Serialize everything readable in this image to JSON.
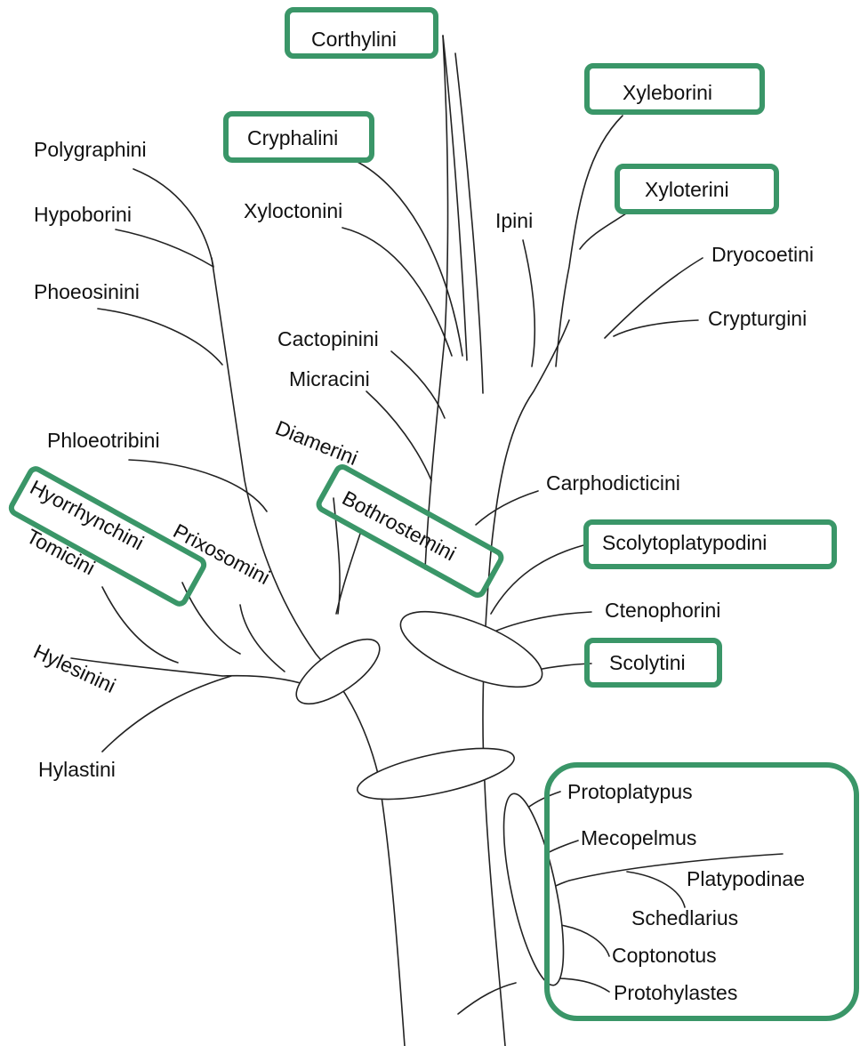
{
  "highlight_color": "#3a9668",
  "labels": {
    "corthylini": "Corthylini",
    "xyleborini": "Xyleborini",
    "cryphalini": "Cryphalini",
    "polygraphini": "Polygraphini",
    "xyloterini": "Xyloterini",
    "hypoborini": "Hypoborini",
    "xyloctonini": "Xyloctonini",
    "ipini": "Ipini",
    "dryocoetini": "Dryocoetini",
    "phoeosinini": "Phoeosinini",
    "crypturgini": "Crypturgini",
    "cactopinini": "Cactopinini",
    "micracini": "Micracini",
    "phloeotribini": "Phloeotribini",
    "diamerini": "Diamerini",
    "carphodicticini": "Carphodicticini",
    "hyorrhynchini": "Hyorrhynchini",
    "bothrostemini": "Bothrostemini",
    "scolytoplatypodini": "Scolytoplatypodini",
    "prixosomini": "Prixosomini",
    "tomicini": "Tomicini",
    "ctenophorini": "Ctenophorini",
    "scolytini": "Scolytini",
    "hylesinini": "Hylesinini",
    "hylastini": "Hylastini",
    "protoplatypus": "Protoplatypus",
    "mecopelmus": "Mecopelmus",
    "platypodinae": "Platypodinae",
    "schedlarius": "Schedlarius",
    "coptonotus": "Coptonotus",
    "protohylastes": "Protohylastes"
  }
}
